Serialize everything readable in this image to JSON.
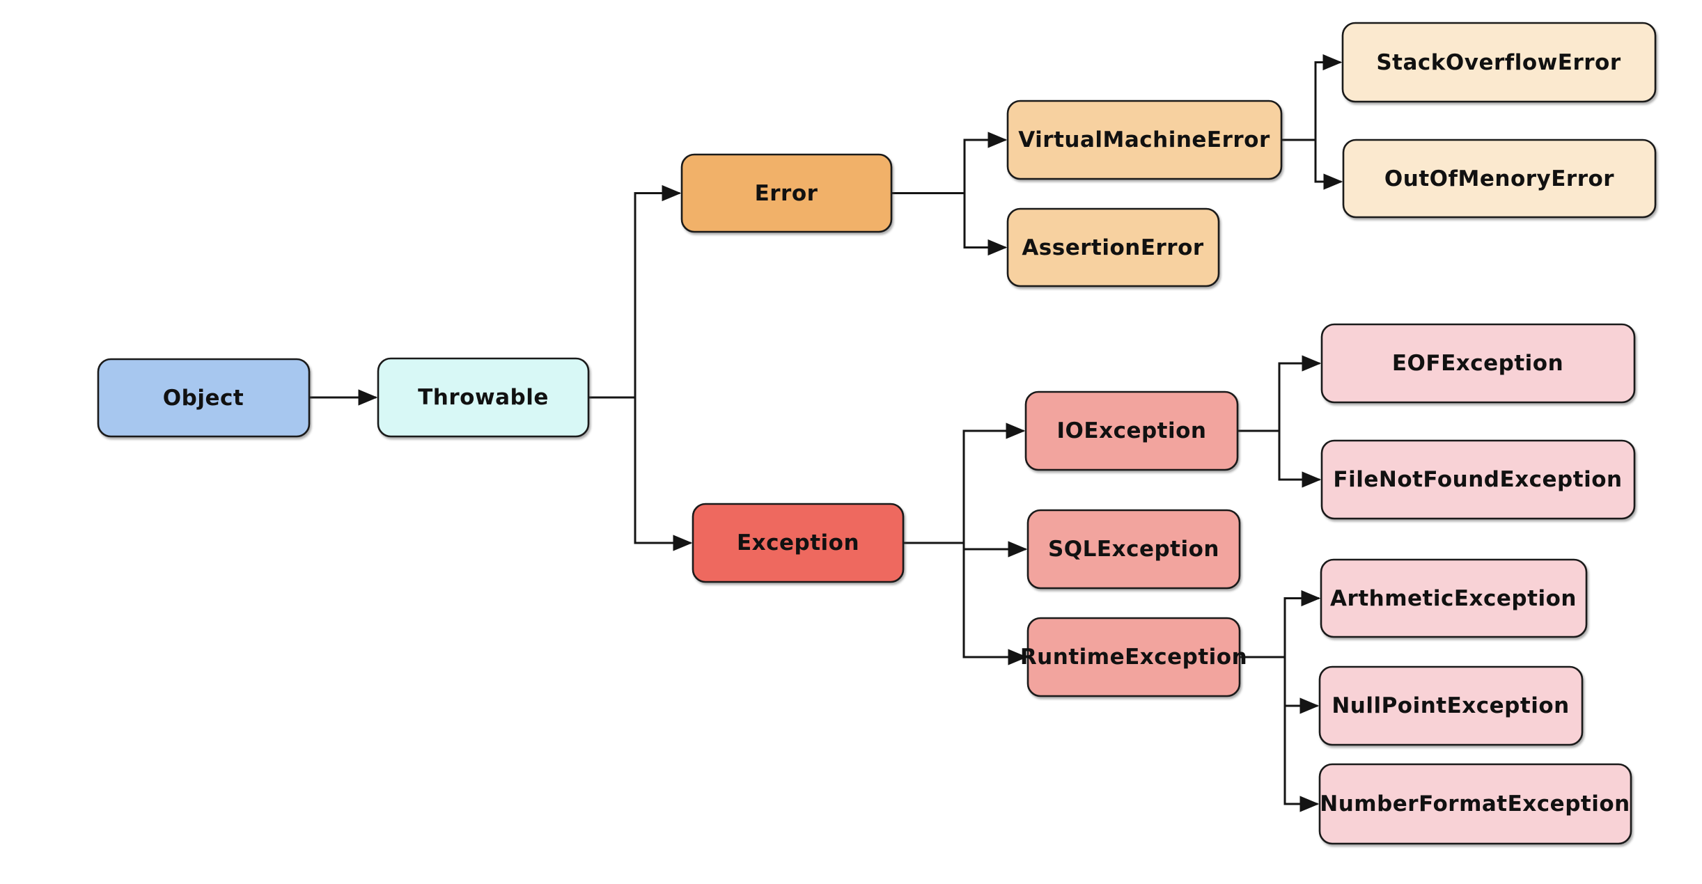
{
  "diagram": {
    "type": "flowchart",
    "direction": "left-to-right",
    "description": "Java Throwable class hierarchy",
    "stroke": "#1a1a1a",
    "background": "#ffffff",
    "nodes": [
      {
        "id": "object",
        "label": "Object",
        "fill": "#a7c7ef"
      },
      {
        "id": "throwable",
        "label": "Throwable",
        "fill": "#d8f8f6"
      },
      {
        "id": "error",
        "label": "Error",
        "fill": "#f1b169"
      },
      {
        "id": "exception",
        "label": "Exception",
        "fill": "#ee695f"
      },
      {
        "id": "virtual-machine-error",
        "label": "VirtualMachineError",
        "fill": "#f7d1a0"
      },
      {
        "id": "assertion-error",
        "label": "AssertionError",
        "fill": "#f7d1a0"
      },
      {
        "id": "stack-overflow-error",
        "label": "StackOverflowError",
        "fill": "#fbe9cf"
      },
      {
        "id": "out-of-menory-error",
        "label": "OutOfMenoryError",
        "fill": "#fbe9cf"
      },
      {
        "id": "io-exception",
        "label": "IOException",
        "fill": "#f2a49e"
      },
      {
        "id": "sql-exception",
        "label": "SQLException",
        "fill": "#f2a49e"
      },
      {
        "id": "runtime-exception",
        "label": "RuntimeException",
        "fill": "#f2a49e"
      },
      {
        "id": "eof-exception",
        "label": "EOFException",
        "fill": "#f8d2d6"
      },
      {
        "id": "file-not-found-exception",
        "label": "FileNotFoundException",
        "fill": "#f8d2d6"
      },
      {
        "id": "arthmetic-exception",
        "label": "ArthmeticException",
        "fill": "#f8d2d6"
      },
      {
        "id": "null-point-exception",
        "label": "NullPointException",
        "fill": "#f8d2d6"
      },
      {
        "id": "number-format-exception",
        "label": "NumberFormatException",
        "fill": "#f8d2d6"
      }
    ],
    "edges": [
      {
        "from": "Object",
        "to": "Throwable"
      },
      {
        "from": "Throwable",
        "to": "Error"
      },
      {
        "from": "Throwable",
        "to": "Exception"
      },
      {
        "from": "Error",
        "to": "VirtualMachineError"
      },
      {
        "from": "Error",
        "to": "AssertionError"
      },
      {
        "from": "VirtualMachineError",
        "to": "StackOverflowError"
      },
      {
        "from": "VirtualMachineError",
        "to": "OutOfMenoryError"
      },
      {
        "from": "Exception",
        "to": "IOException"
      },
      {
        "from": "Exception",
        "to": "SQLException"
      },
      {
        "from": "Exception",
        "to": "RuntimeException"
      },
      {
        "from": "IOException",
        "to": "EOFException"
      },
      {
        "from": "IOException",
        "to": "FileNotFoundException"
      },
      {
        "from": "RuntimeException",
        "to": "ArthmeticException"
      },
      {
        "from": "RuntimeException",
        "to": "NullPointException"
      },
      {
        "from": "RuntimeException",
        "to": "NumberFormatException"
      }
    ]
  }
}
